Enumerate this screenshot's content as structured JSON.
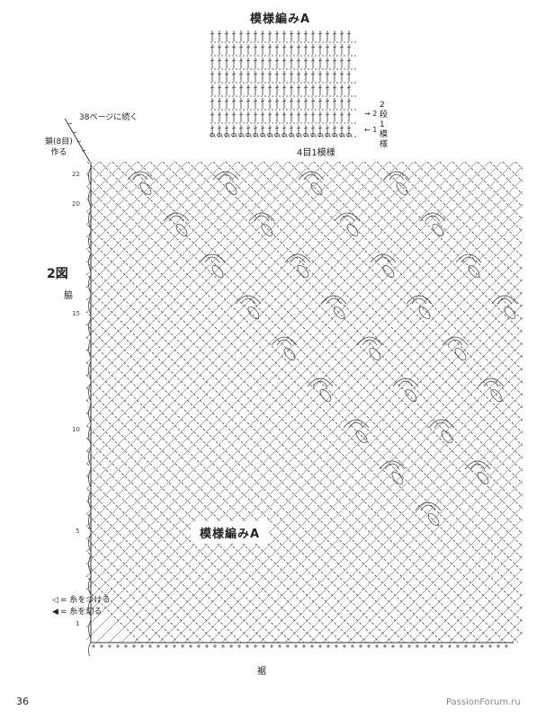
{
  "swatch": {
    "title": "模様編みA",
    "repeat_label": "4目1模様",
    "row_markers": [
      "→ 2",
      "← 1"
    ],
    "rows_note": [
      "2",
      "段",
      "1",
      "模",
      "様"
    ]
  },
  "figure": {
    "continue_note": "38ページに続く",
    "chain_note_line1": "鎖(8目)",
    "chain_note_line2": "作る",
    "number": "2図",
    "side_label": "脇",
    "pattern_label": "模様編みA",
    "hem_label": "裾",
    "row_numbers": [
      "22",
      "20",
      "15",
      "10",
      "5",
      "1"
    ]
  },
  "legend": [
    {
      "symbol": "◁",
      "text": "= 糸をつける"
    },
    {
      "symbol": "◀",
      "text": "= 糸を切る"
    }
  ],
  "page_number": "36",
  "watermark": "PassionForum.ru"
}
